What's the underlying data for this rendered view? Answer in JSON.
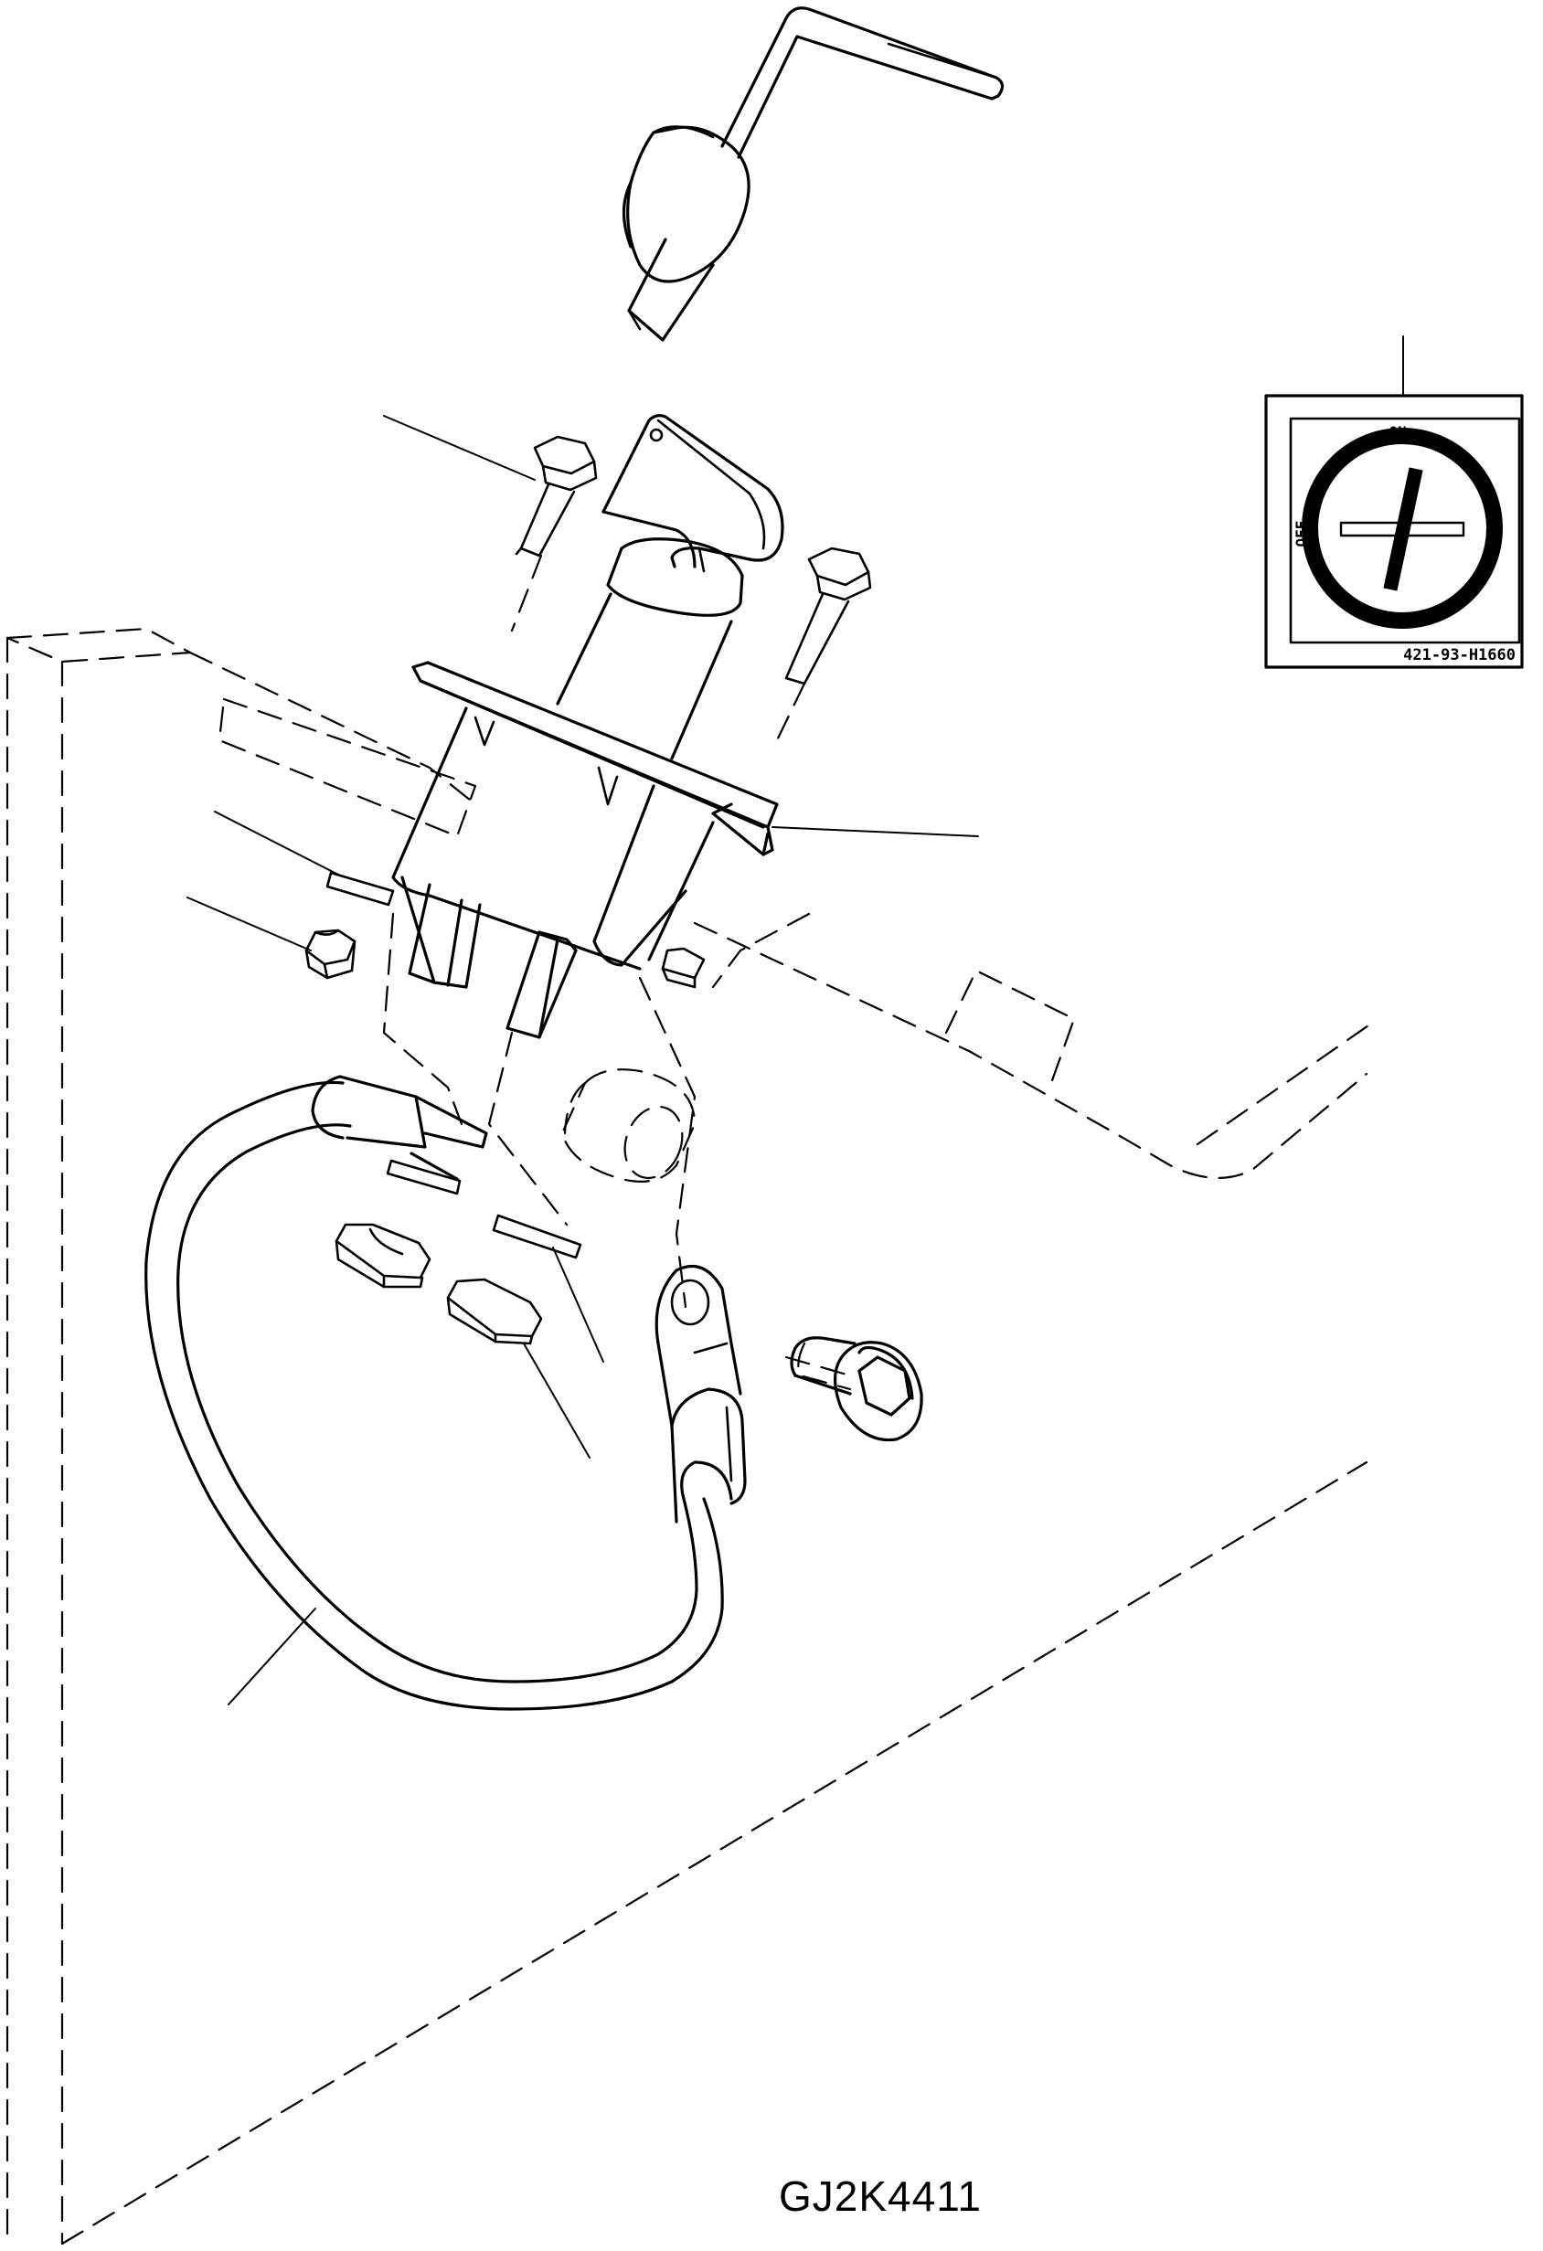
{
  "drawing": {
    "code": "GJ2K4411"
  },
  "decal": {
    "on_label": "ON",
    "off_label": "OFF",
    "part_number": "421-93-H1660"
  }
}
